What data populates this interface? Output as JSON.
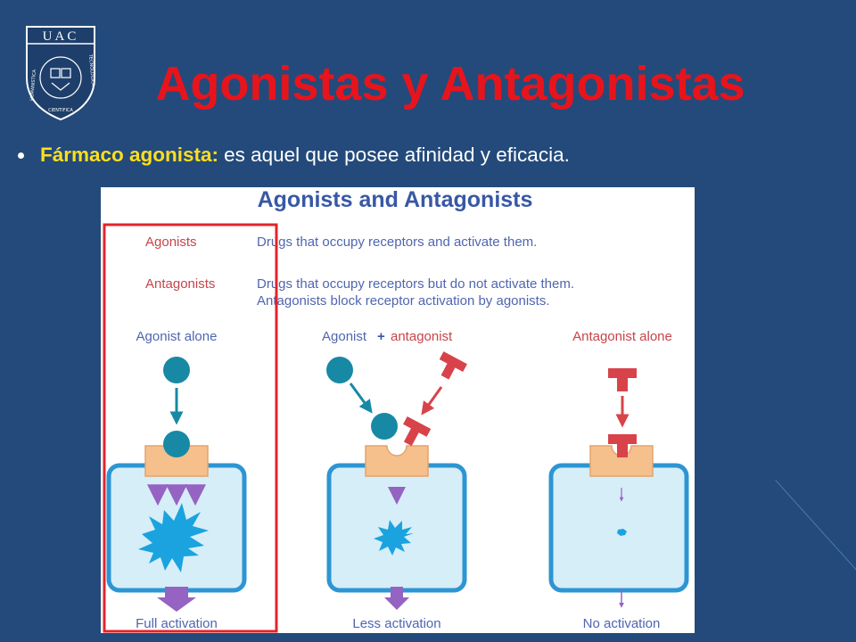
{
  "logo": {
    "text": "UAC",
    "arc_left": "HUMANISTICA",
    "arc_right": "TECNOLOGICA",
    "arc_bottom": "CIENTIFICA"
  },
  "slide": {
    "title": "Agonistas y Antagonistas",
    "bullet_term": "Fármaco agonista:",
    "bullet_definition": "es aquel que posee afinidad y eficacia."
  },
  "figure": {
    "title": "Agonists and Antagonists",
    "defs": [
      {
        "term": "Agonists",
        "lines": [
          "Drugs that occupy receptors and activate them."
        ]
      },
      {
        "term": "Antagonists",
        "lines": [
          "Drugs that occupy receptors but do not activate them.",
          "Antagonists block receptor activation by agonists."
        ]
      }
    ],
    "panels": [
      {
        "label_parts": [
          "Agonist alone"
        ],
        "outcome": "Full activation",
        "activation_level": 1.0
      },
      {
        "label_parts": [
          "Agonist",
          "+",
          "antagonist"
        ],
        "outcome": "Less activation",
        "activation_level": 0.5
      },
      {
        "label_parts": [
          "Antagonist alone"
        ],
        "outcome": "No activation",
        "activation_level": 0.0
      }
    ]
  },
  "colors": {
    "background": "#234a7a",
    "title": "#e8141c",
    "term": "#ffde1e",
    "figure_title": "#3858a5",
    "figure_text": "#4f66b0",
    "term_red": "#c7444a",
    "agonist": "#1789a5",
    "antagonist": "#d8434a",
    "receptor": "#f6c08d",
    "cell_border": "#2d95d3",
    "cell_fill": "#d6eef8",
    "burst": "#1aa3df",
    "arrow": "#9563c2",
    "highlight": "#e3242b"
  }
}
